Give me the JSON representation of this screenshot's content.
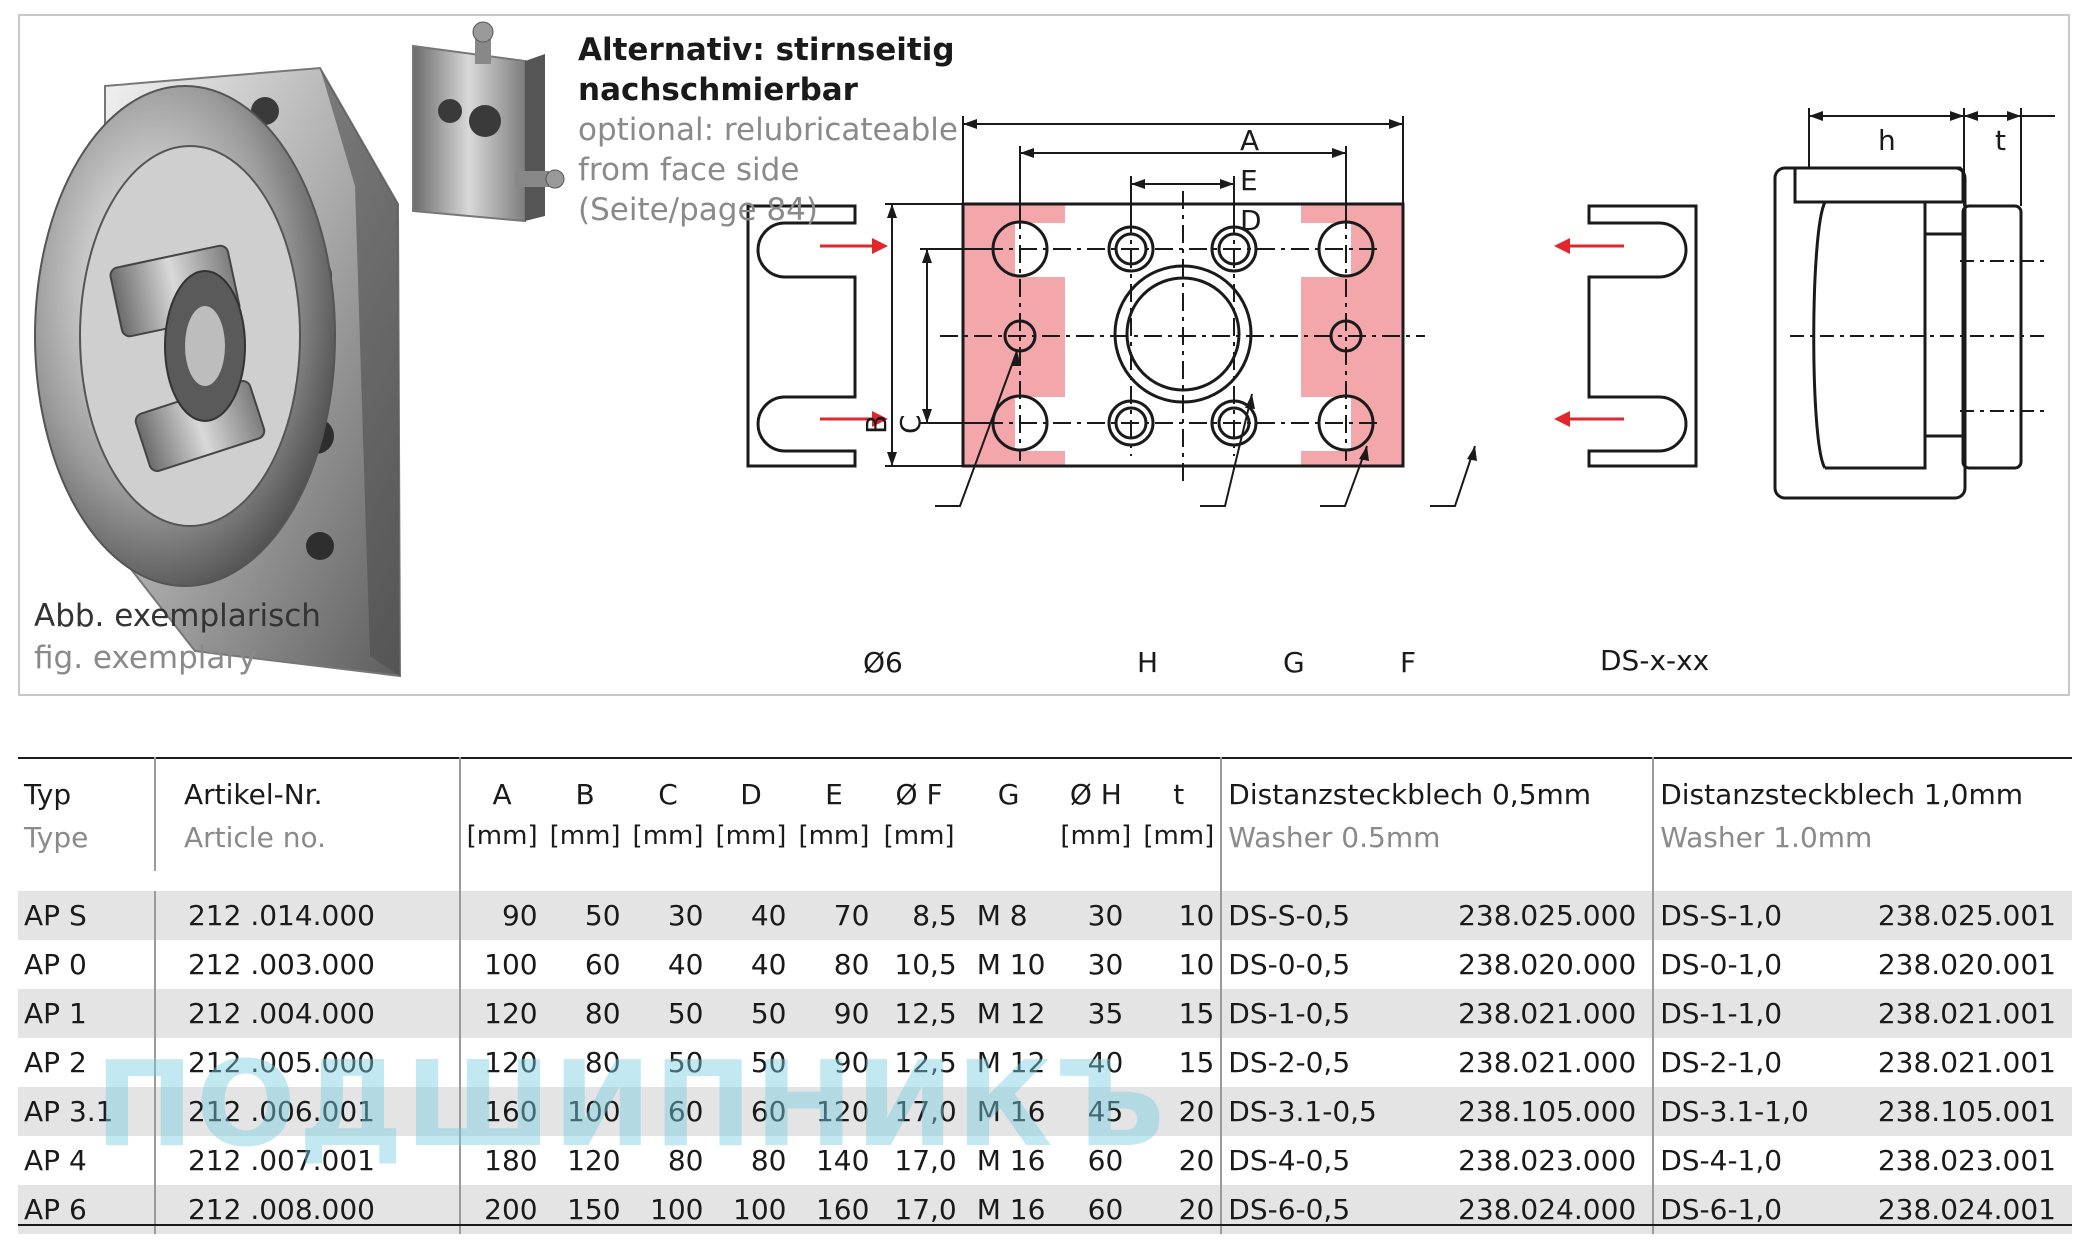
{
  "figure": {
    "caption_de_line1": "Alternativ: stirnseitig",
    "caption_de_line2": "nachschmierbar",
    "caption_en_line1": "optional: relubricateable",
    "caption_en_line2": "from face side",
    "caption_en_line3": "(Seite/page 84)",
    "abb_de": "Abb. exemplarisch",
    "abb_en": "fig. exemplary",
    "labels": {
      "A": "A",
      "E": "E",
      "D": "D",
      "B": "B",
      "C": "C",
      "dia6": "Ø6",
      "H": "H",
      "G": "G",
      "F": "F",
      "washer": "DS-x-xx",
      "h": "h",
      "t": "t"
    },
    "colors": {
      "highlight": "#f4a7aa",
      "arrow": "#e3262b",
      "line": "#1a1a1a"
    }
  },
  "table": {
    "headers": {
      "typ_de": "Typ",
      "typ_en": "Type",
      "art_de": "Artikel-Nr.",
      "art_en": "Article no.",
      "dims": [
        "A",
        "B",
        "C",
        "D",
        "E",
        "Ø F",
        "G",
        "Ø H",
        "t"
      ],
      "units": [
        "[mm]",
        "[mm]",
        "[mm]",
        "[mm]",
        "[mm]",
        "[mm]",
        "",
        "[mm]",
        "[mm]"
      ],
      "w05_de": "Distanzsteckblech 0,5mm",
      "w05_en": "Washer 0.5mm",
      "w10_de": "Distanzsteckblech 1,0mm",
      "w10_en": "Washer 1.0mm"
    },
    "rows": [
      {
        "typ": "AP S",
        "art": "212 .014.000",
        "A": "90",
        "B": "50",
        "C": "30",
        "D": "40",
        "E": "70",
        "F": "8,5",
        "G": "M 8",
        "H": "30",
        "t": "10",
        "w05": "DS-S-0,5",
        "w05_art": "238.025.000",
        "w10": "DS-S-1,0",
        "w10_art": "238.025.001"
      },
      {
        "typ": "AP 0",
        "art": "212 .003.000",
        "A": "100",
        "B": "60",
        "C": "40",
        "D": "40",
        "E": "80",
        "F": "10,5",
        "G": "M 10",
        "H": "30",
        "t": "10",
        "w05": "DS-0-0,5",
        "w05_art": "238.020.000",
        "w10": "DS-0-1,0",
        "w10_art": "238.020.001"
      },
      {
        "typ": "AP 1",
        "art": "212 .004.000",
        "A": "120",
        "B": "80",
        "C": "50",
        "D": "50",
        "E": "90",
        "F": "12,5",
        "G": "M 12",
        "H": "35",
        "t": "15",
        "w05": "DS-1-0,5",
        "w05_art": "238.021.000",
        "w10": "DS-1-1,0",
        "w10_art": "238.021.001"
      },
      {
        "typ": "AP 2",
        "art": "212 .005.000",
        "A": "120",
        "B": "80",
        "C": "50",
        "D": "50",
        "E": "90",
        "F": "12,5",
        "G": "M 12",
        "H": "40",
        "t": "15",
        "w05": "DS-2-0,5",
        "w05_art": "238.021.000",
        "w10": "DS-2-1,0",
        "w10_art": "238.021.001"
      },
      {
        "typ": "AP 3.1",
        "art": "212 .006.001",
        "A": "160",
        "B": "100",
        "C": "60",
        "D": "60",
        "E": "120",
        "F": "17,0",
        "G": "M 16",
        "H": "45",
        "t": "20",
        "w05": "DS-3.1-0,5",
        "w05_art": "238.105.000",
        "w10": "DS-3.1-1,0",
        "w10_art": "238.105.001"
      },
      {
        "typ": "AP 4",
        "art": "212 .007.001",
        "A": "180",
        "B": "120",
        "C": "80",
        "D": "80",
        "E": "140",
        "F": "17,0",
        "G": "M 16",
        "H": "60",
        "t": "20",
        "w05": "DS-4-0,5",
        "w05_art": "238.023.000",
        "w10": "DS-4-1,0",
        "w10_art": "238.023.001"
      },
      {
        "typ": "AP 6",
        "art": "212 .008.000",
        "A": "200",
        "B": "150",
        "C": "100",
        "D": "100",
        "E": "160",
        "F": "17,0",
        "G": "M 16",
        "H": "60",
        "t": "20",
        "w05": "DS-6-0,5",
        "w05_art": "238.024.000",
        "w10": "DS-6-1,0",
        "w10_art": "238.024.001"
      }
    ]
  },
  "watermark": "ПОДШИПНИКЪ"
}
